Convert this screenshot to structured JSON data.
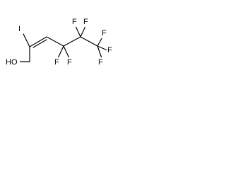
{
  "molecule": {
    "atoms": {
      "iodine": "I",
      "hydroxyl": "HO",
      "fluorines": [
        "F",
        "F",
        "F",
        "F",
        "F",
        "F",
        "F"
      ]
    }
  }
}
